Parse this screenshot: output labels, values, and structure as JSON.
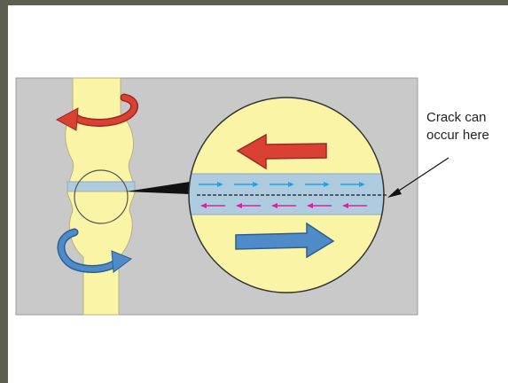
{
  "annotation": {
    "line1": "Crack can",
    "line2": "occur here"
  },
  "colors": {
    "frame": "#5c5f50",
    "panel_background": "#c9c9c9",
    "bone": "#faf4a6",
    "joint_band": "#aecbe0",
    "red_arrow": "#d94133",
    "blue_arrow": "#4f8bc8",
    "cyan_arrow": "#1aa5e6",
    "magenta_arrow": "#d8279a"
  },
  "icons": {
    "rotation_top": "red-curved-rotation-arrow",
    "rotation_bottom": "blue-curved-rotation-arrow",
    "force_top": "red-left-arrow",
    "force_bottom": "blue-right-arrow"
  }
}
